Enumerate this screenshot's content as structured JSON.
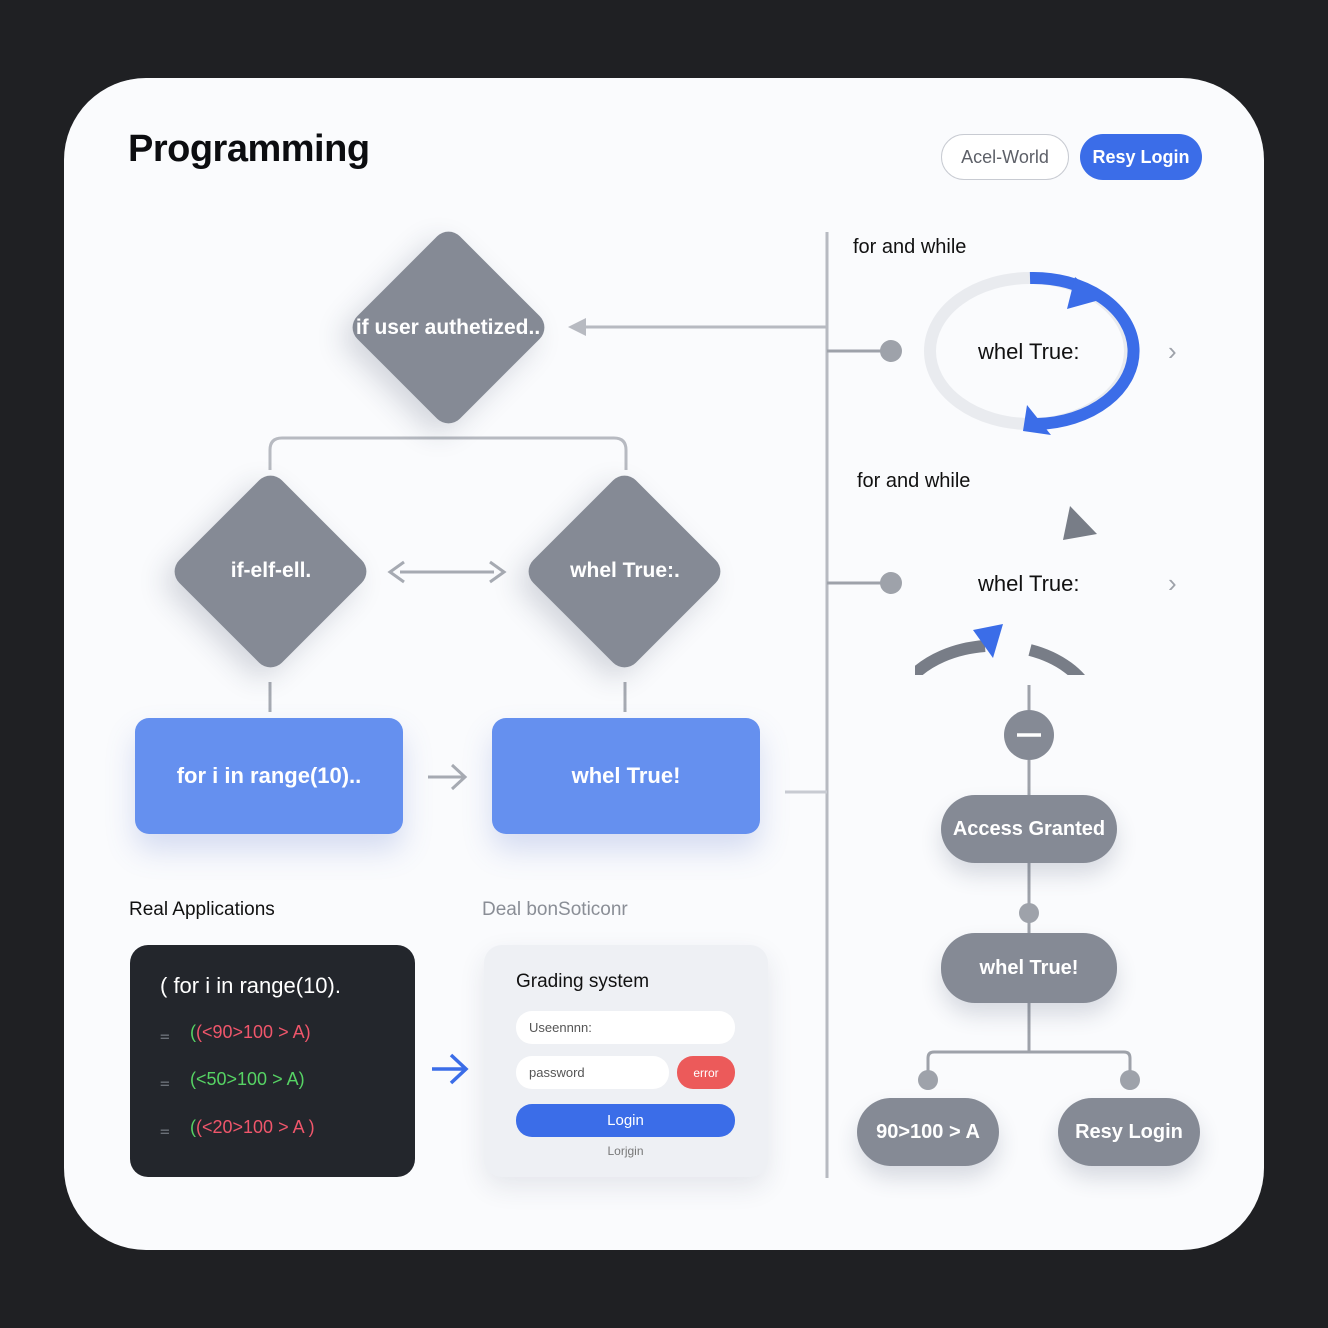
{
  "header": {
    "title": "Programming",
    "btn_secondary": "Acel-World",
    "btn_primary": "Resy Login"
  },
  "flow": {
    "top_diamond": "if user authetized..",
    "left_diamond": "if-elf-ell.",
    "right_diamond": "whel True:.",
    "left_box": "for i in range(10)..",
    "right_box": "whel True!"
  },
  "loops": [
    {
      "heading": "for and while",
      "label": "whel True:"
    },
    {
      "heading": "for and while",
      "label": "whel True:"
    }
  ],
  "right_flow": {
    "access": "Access Granted",
    "loop_node": "whel True!",
    "leaf_left": "90>100 > A",
    "leaf_right": "Resy Login"
  },
  "applications": {
    "label_left": "Real Applications",
    "label_right": "Deal bonSoticonr",
    "code": {
      "head": "( for i in range(10).",
      "lines": [
        "(<90>100 > A)",
        "(<50>100 > A)",
        "(<20>100 > A )"
      ]
    },
    "form": {
      "title": "Grading system",
      "username_placeholder": "Useennnn:",
      "password_placeholder": "password",
      "error": "error",
      "login_button": "Login",
      "footer": "Lorjgin"
    }
  },
  "colors": {
    "accent": "#3b6de8",
    "node_gray": "#858a95",
    "box_blue": "#6590ef",
    "error": "#ec5a5a"
  }
}
